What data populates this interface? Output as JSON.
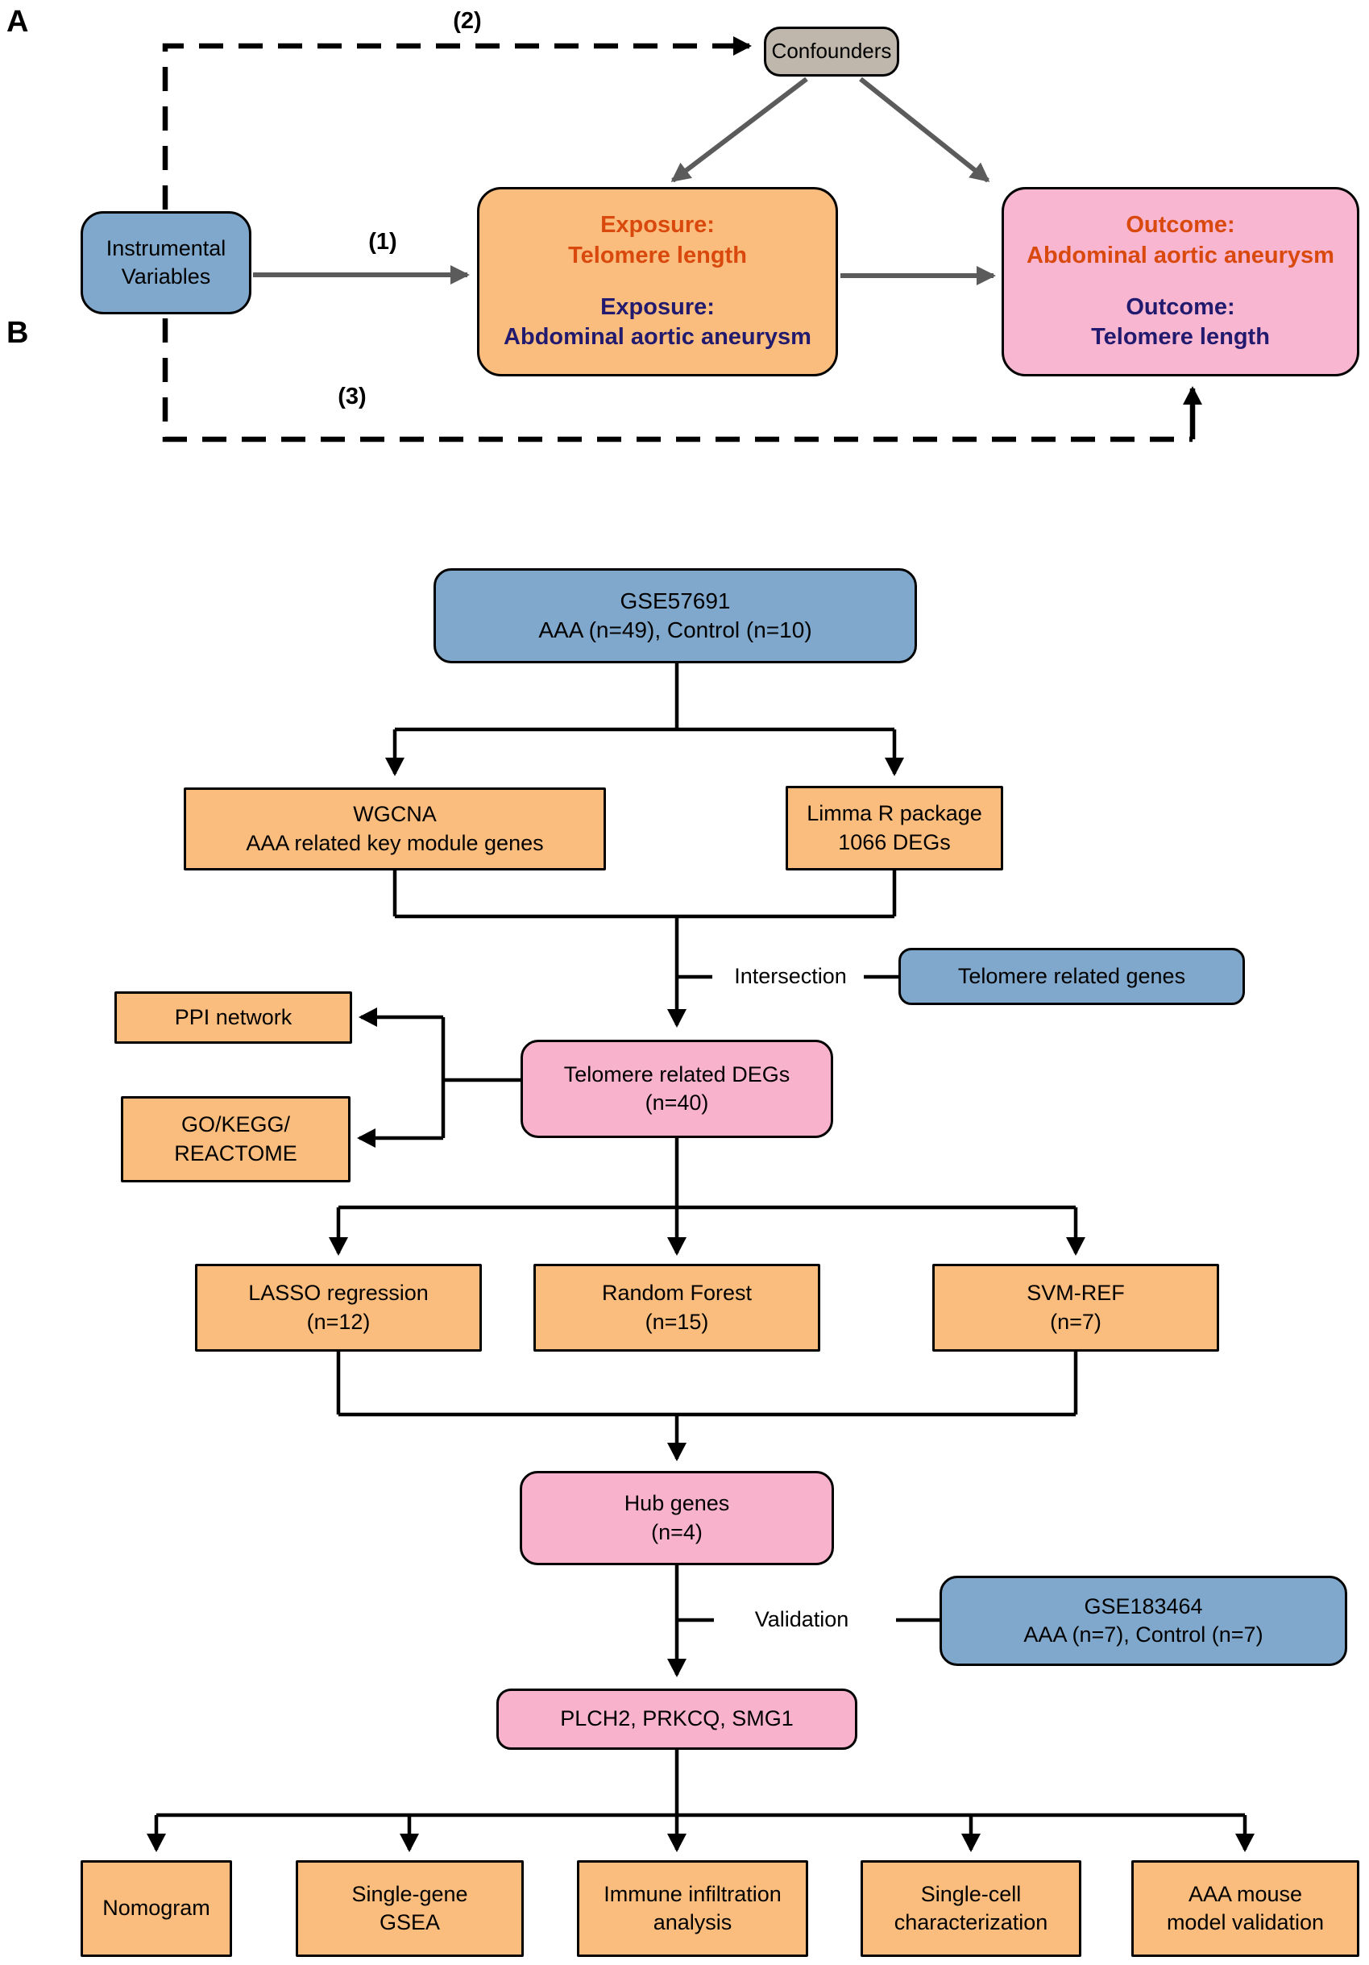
{
  "colors": {
    "blue": "#7fa8cc",
    "orange": "#fbbd7e",
    "pink_a": "#f8b6d0",
    "pink_b": "#f8b2cc",
    "gray_box": "#bfb7ac",
    "red_text": "#d9490d",
    "navy_text": "#211a6e",
    "arrow_gray": "#5b5b5b"
  },
  "panel_a": {
    "label": "A",
    "iv": {
      "l1": "Instrumental",
      "l2": "Variables"
    },
    "confounders": "Confounders",
    "exposure": {
      "t1": "Exposure:",
      "t2": "Telomere length",
      "t3": "Exposure:",
      "t4": "Abdominal aortic aneurysm"
    },
    "outcome": {
      "t1": "Outcome:",
      "t2": "Abdominal aortic aneurysm",
      "t3": "Outcome:",
      "t4": "Telomere length"
    },
    "path_labels": {
      "p1": "(1)",
      "p2": "(2)",
      "p3": "(3)"
    }
  },
  "panel_b": {
    "label": "B",
    "gse57691": {
      "l1": "GSE57691",
      "l2": "AAA (n=49), Control (n=10)"
    },
    "wgcna": {
      "l1": "WGCNA",
      "l2": "AAA related key module genes"
    },
    "limma": {
      "l1": "Limma R package",
      "l2": "1066 DEGs"
    },
    "intersection": "Intersection",
    "telomere_genes": "Telomere related genes",
    "telomere_degs": {
      "l1": "Telomere related DEGs",
      "l2": "(n=40)"
    },
    "ppi": "PPI network",
    "go_kegg": {
      "l1": "GO/KEGG/",
      "l2": "REACTOME"
    },
    "lasso": {
      "l1": "LASSO regression",
      "l2": "(n=12)"
    },
    "random_forest": {
      "l1": "Random Forest",
      "l2": "(n=15)"
    },
    "svm": {
      "l1": "SVM-REF",
      "l2": "(n=7)"
    },
    "hub": {
      "l1": "Hub genes",
      "l2": "(n=4)"
    },
    "validation": "Validation",
    "gse183464": {
      "l1": "GSE183464",
      "l2": "AAA (n=7), Control (n=7)"
    },
    "genes": "PLCH2, PRKCQ, SMG1",
    "nomogram": "Nomogram",
    "gsea": {
      "l1": "Single-gene",
      "l2": "GSEA"
    },
    "immune": {
      "l1": "Immune infiltration",
      "l2": "analysis"
    },
    "single_cell": {
      "l1": "Single-cell",
      "l2": "characterization"
    },
    "mouse": {
      "l1": "AAA mouse",
      "l2": "model validation"
    }
  }
}
